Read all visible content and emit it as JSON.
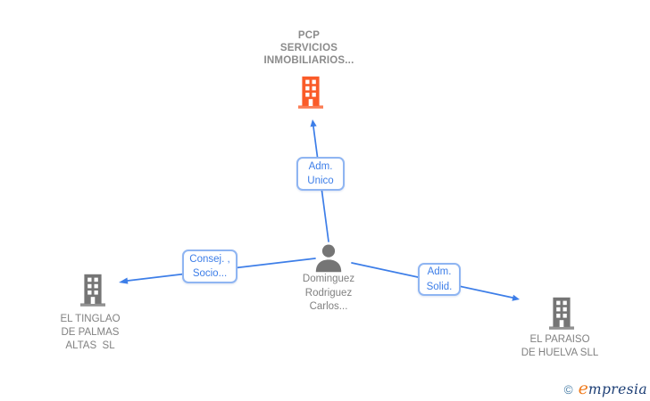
{
  "diagram_title": "company-relations-graph",
  "colors": {
    "main_company_icon": "#fa5b28",
    "secondary_icon_gray": "#757575",
    "edge_blue": "#3d7ee8",
    "edge_label_border": "#8fb5f2",
    "node_text_gray": "#818181",
    "brand_orange": "#ef7b1d",
    "brand_navy": "#1c3e75",
    "copyright_blue": "#4a7fa8"
  },
  "nodes": {
    "main_company": {
      "name": "PCP\nSERVICIOS\nINMOBILIARIOS...",
      "icon": "building-icon",
      "highlighted": true
    },
    "person": {
      "name": "Dominguez\nRodriguez\nCarlos...",
      "icon": "person-icon"
    },
    "company_left": {
      "name": "EL TINGLAO\nDE PALMAS\nALTAS  SL",
      "icon": "building-icon"
    },
    "company_right": {
      "name": "EL PARAISO\nDE HUELVA SLL",
      "icon": "building-icon"
    }
  },
  "edges": [
    {
      "from": "person",
      "to": "main_company",
      "label": "Adm.\nUnico"
    },
    {
      "from": "person",
      "to": "company_left",
      "label": "Consej. ,\nSocio..."
    },
    {
      "from": "person",
      "to": "company_right",
      "label": "Adm.\nSolid."
    }
  ],
  "watermark": {
    "copyright_symbol": "©",
    "brand_e": "e",
    "brand_rest": "mpresia"
  }
}
